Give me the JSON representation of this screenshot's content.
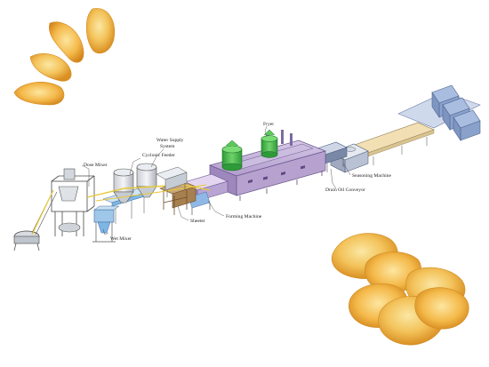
{
  "labels": {
    "dose_mixer": "Dose Mixer",
    "cyclonic_feeder": "Cyclonic Feeder",
    "water_supply_line1": "Water Supply",
    "water_supply_line2": "System",
    "wet_mixer": "Wet Mixer",
    "sheeter": "Sheeter",
    "forming_machine": "Forming Machine",
    "fryer": "Fryer",
    "drain_oil_conveyor": "Drain Oil Conveyor",
    "seasoning_machine": "Seasoning Machine"
  },
  "colors": {
    "fryer_body": "#b7a2cf",
    "fryer_edge": "#6b5890",
    "tank_green": "#4db84a",
    "conveyor_belt": "#f2dfb3",
    "conveyor_frame": "#7a88a8",
    "tray_blue": "#7eb6e6",
    "packer_blue": "#9db0d3",
    "chip_yellow": "#f2c055",
    "chip_orange": "#e8a22e",
    "feed_line_yellow": "#e7c93a",
    "frame_grey": "#6e6e6e",
    "wood_brown": "#8a6a4a"
  }
}
